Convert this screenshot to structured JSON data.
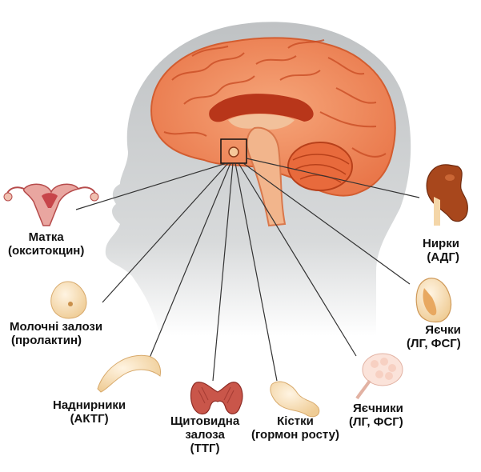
{
  "labels": {
    "uterus": {
      "line1": "Матка",
      "line2": "(окситокцин)"
    },
    "breast": {
      "line1": "Молочні залози",
      "line2": "(пролактин)"
    },
    "adrenal": {
      "line1": "Наднирники",
      "line2": "(АКТГ)"
    },
    "thyroid": {
      "line1": "Щитовидна",
      "line2": "залоза",
      "line3": "(ТТГ)"
    },
    "bones": {
      "line1": "Кістки",
      "line2": "(гормон росту)"
    },
    "ovaries": {
      "line1": "Яєчники",
      "line2": "(ЛГ, ФСГ)"
    },
    "testes": {
      "line1": "Яєчки",
      "line2": "(ЛГ, ФСГ)"
    },
    "kidneys": {
      "line1": "Нирки",
      "line2": "(АДГ)"
    }
  },
  "colors": {
    "head": "#c9ccce",
    "brain": "#ef8a5a",
    "brain_dark": "#c2421f",
    "organ": "#f4d6a8",
    "kidney": "#a8471c",
    "thyroid": "#c9564a",
    "uterus": "#d46a6a",
    "line": "#333333"
  }
}
